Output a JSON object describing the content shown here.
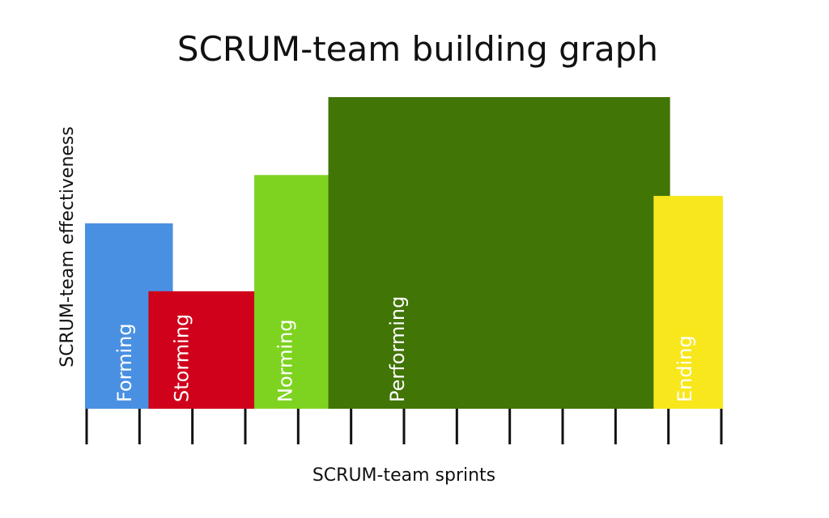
{
  "chart_data": {
    "type": "bar",
    "title": "SCRUM-team building graph",
    "xlabel": "SCRUM-team sprints",
    "ylabel": "SCRUM-team effectiveness",
    "xlim": [
      0,
      12
    ],
    "ylim": [
      0,
      100
    ],
    "x_ticks": [
      0,
      1,
      2,
      3,
      4,
      5,
      6,
      7,
      8,
      9,
      10,
      11,
      12
    ],
    "grid": false,
    "legend": "none",
    "bars": [
      {
        "label": "Forming",
        "x_start": 0.0,
        "x_end": 1.6,
        "value": 59.5,
        "color": "#4a90e2"
      },
      {
        "label": "Storming",
        "x_start": 1.2,
        "x_end": 3.2,
        "value": 37.7,
        "color": "#d0021b"
      },
      {
        "label": "Norming",
        "x_start": 3.2,
        "x_end": 4.6,
        "value": 75,
        "color": "#7ed321"
      },
      {
        "label": "Performing",
        "x_start": 4.6,
        "x_end": 11.0,
        "value": 100,
        "color": "#417505"
      },
      {
        "label": "Ending",
        "x_start": 10.75,
        "x_end": 12.0,
        "value": 68.3,
        "color": "#f8e71c"
      }
    ]
  }
}
